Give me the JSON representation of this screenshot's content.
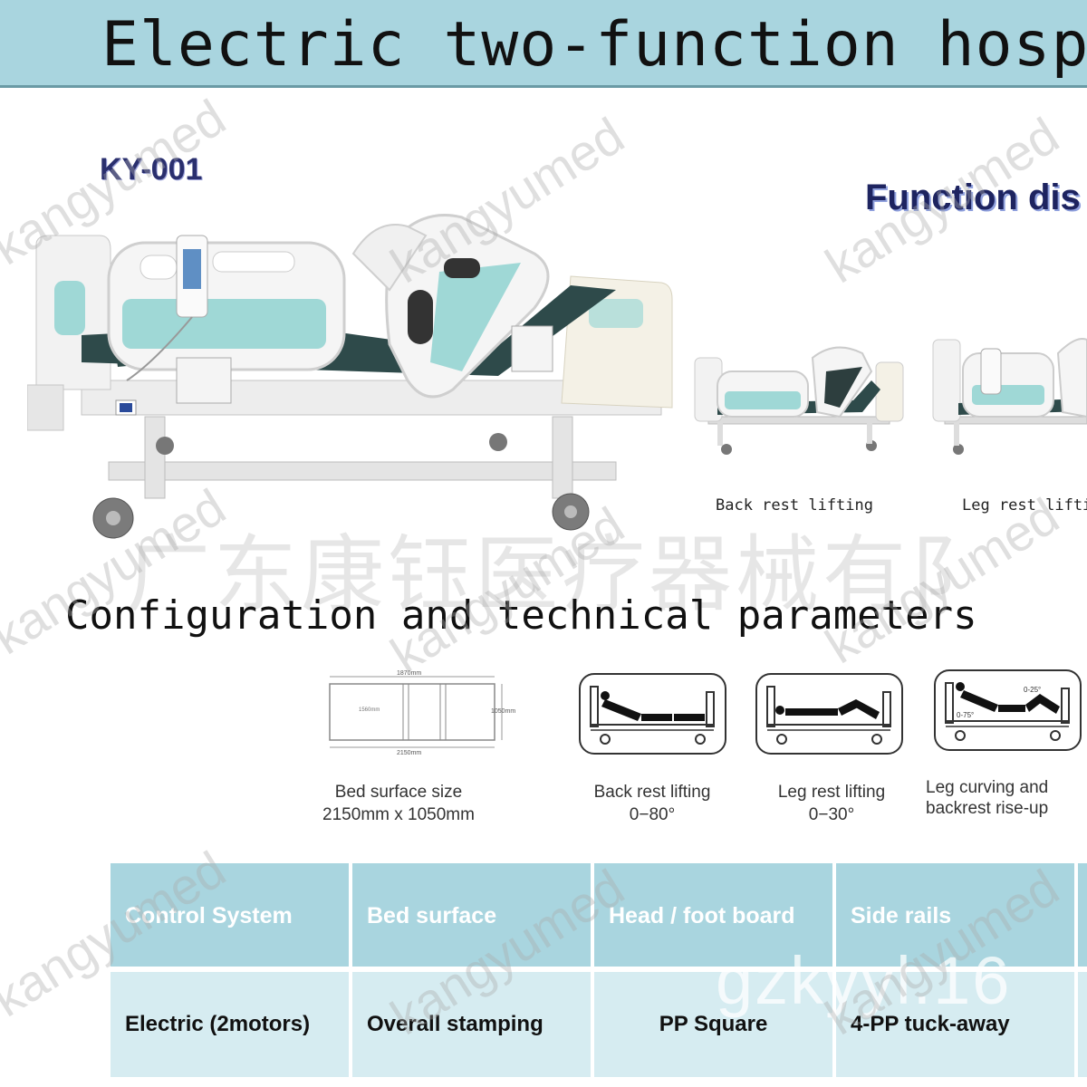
{
  "header": {
    "title": "Electric two-function hospi"
  },
  "model": "KY-001",
  "function_section": {
    "title": "Function dis",
    "captions": [
      "Back rest lifting",
      "Leg rest lifti"
    ]
  },
  "company_watermark": "广东康钰医疗器械有阝",
  "config_section": {
    "title": "Configuration and technical parameters",
    "size_diagram": {
      "length": "1870mm",
      "width": "1050mm",
      "total": "2150mm",
      "inner": "1560mm"
    },
    "icons": {
      "curve_back_angle": "0-75°",
      "curve_leg_angle": "0-25°"
    },
    "captions": {
      "size_line1": "Bed surface size",
      "size_line2": "2150mm x 1050mm",
      "back_line1": "Back rest lifting",
      "back_line2": "0−80°",
      "leg_line1": "Leg rest lifting",
      "leg_line2": "0−30°",
      "curve_line1": "Leg curving and",
      "curve_line2": "backrest rise-up"
    }
  },
  "table": {
    "headers": [
      "Control  System",
      "Bed surface",
      "Head / foot board",
      "Side rails"
    ],
    "values": [
      "Electric (2motors)",
      "Overall stamping",
      "PP Square",
      "4-PP tuck-away"
    ]
  },
  "watermarks": {
    "brand": "kangyumed",
    "url": "gzkyyl.16"
  },
  "colors": {
    "accent": "#a9d5df",
    "table_row": "#d6ecf1",
    "bed_panel": "#9fd8d6"
  }
}
